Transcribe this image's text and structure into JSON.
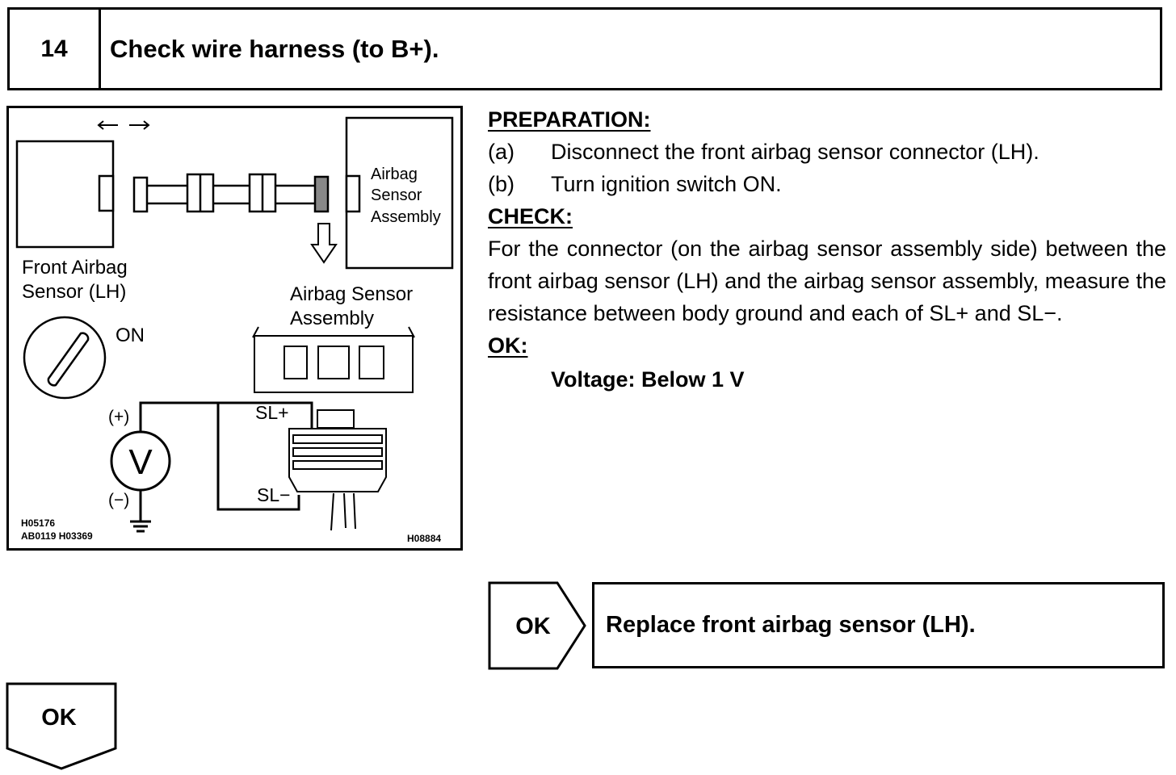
{
  "header": {
    "step_number": "14",
    "title": "Check wire harness (to B+)."
  },
  "diagram": {
    "front_sensor_label_line1": "Front Airbag",
    "front_sensor_label_line2": "Sensor (LH)",
    "assembly_label_small_1": "Airbag",
    "assembly_label_small_2": "Sensor",
    "assembly_label_small_3": "Assembly",
    "assembly_label_line1": "Airbag Sensor",
    "assembly_label_line2": "Assembly",
    "ignition_label": "ON",
    "voltmeter_symbol": "V",
    "plus_label": "(+)",
    "minus_label": "(−)",
    "sl_plus": "SL+",
    "sl_minus": "SL−",
    "code_1": "H05176",
    "code_2": "AB0119 H03369",
    "code_3": "H08884"
  },
  "preparation": {
    "heading": "PREPARATION:",
    "items": [
      {
        "label": "(a)",
        "text": "Disconnect the front airbag sensor connector (LH)."
      },
      {
        "label": "(b)",
        "text": "Turn ignition switch ON."
      }
    ]
  },
  "check": {
    "heading": "CHECK:",
    "text": "For the connector (on the airbag sensor assembly side) between the front airbag sensor (LH) and the airbag sensor assembly, measure the resistance between body ground and each of SL+ and SL−."
  },
  "ok_section": {
    "heading": "OK:",
    "spec": "Voltage: Below 1 V"
  },
  "result": {
    "ok_label": "OK",
    "text": "Replace front airbag sensor (LH)."
  },
  "next": {
    "ok_label": "OK"
  }
}
